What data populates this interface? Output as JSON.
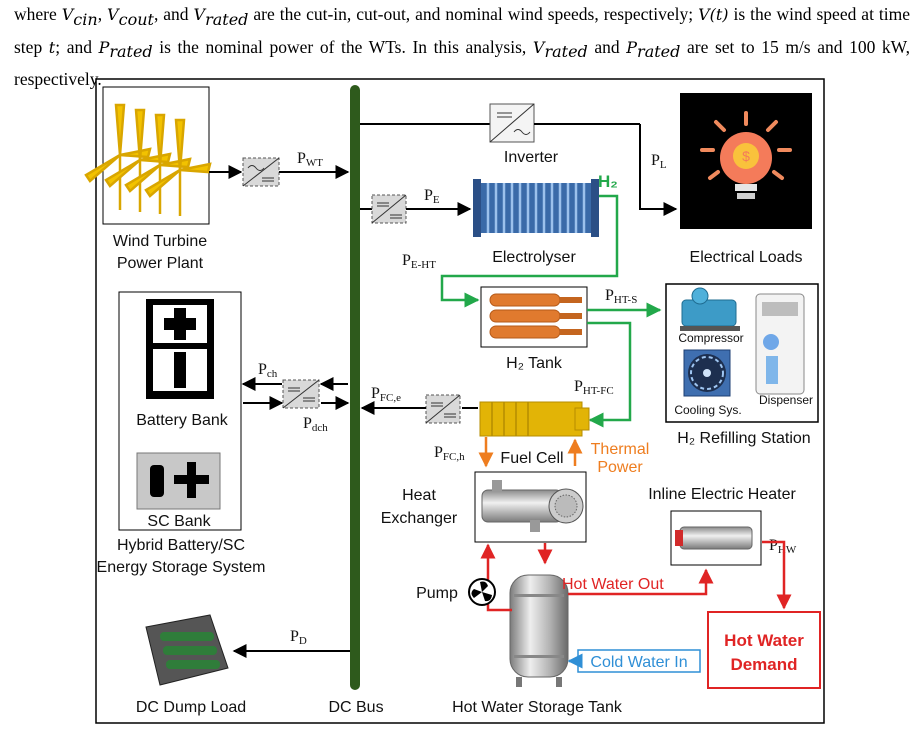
{
  "paragraph": {
    "t1": "where ",
    "v": "V",
    "s_cin": "cin",
    "c1": ", ",
    "s_cout": "cout",
    "t2": ", and ",
    "s_rated": "rated",
    "t3": " are the cut-in, cut-out, and nominal wind speeds, respectively; ",
    "vt": "V(t)",
    "t4": " is the wind speed at time step ",
    "t_var": "t",
    "t5": "; and ",
    "p": "P",
    "t6": " is the nominal power of the WTs. In this analysis, ",
    "t7": " and ",
    "t8": " are set to 15 m/s and 100 kW, respectively."
  },
  "diagram": {
    "components": {
      "wind_plant_1": "Wind Turbine",
      "wind_plant_2": "Power Plant",
      "inverter": "Inverter",
      "electrolyser": "Electrolyser",
      "electrical_loads": "Electrical Loads",
      "h2_tank": "H₂ Tank",
      "compressor": "Compressor",
      "cooling": "Cooling Sys.",
      "dispenser": "Dispenser",
      "refilling_station": "H₂ Refilling Station",
      "battery_bank": "Battery Bank",
      "sc_bank": "SC Bank",
      "hess_1": "Hybrid Battery/SC",
      "hess_2": "Energy Storage System",
      "fuel_cell": "Fuel Cell",
      "thermal_1": "Thermal",
      "thermal_2": "Power",
      "heat_exchanger_1": "Heat",
      "heat_exchanger_2": "Exchanger",
      "inline_heater": "Inline Electric Heater",
      "pump": "Pump",
      "hot_water_out": "Hot Water Out",
      "hot_water_demand_1": "Hot Water",
      "hot_water_demand_2": "Demand",
      "cold_water_in": "Cold Water In",
      "storage_tank": "Hot Water Storage Tank",
      "dump_load": "DC Dump Load",
      "dc_bus": "DC Bus",
      "h2": "H₂"
    },
    "flows": {
      "p": "P",
      "wt": "WT",
      "l": "L",
      "e": "E",
      "e_ht": "E-HT",
      "ht_s": "HT-S",
      "ht_fc": "HT-FC",
      "ch": "ch",
      "dch": "dch",
      "fc_e": "FC,e",
      "fc_h": "FC,h",
      "hw": "HW",
      "d": "D"
    },
    "colors": {
      "bus": "#2e5a1c",
      "hydrogen": "#22a84a",
      "thermal": "#ee7d1f",
      "hot_water": "#e02424",
      "cold_water": "#2f8fd6",
      "fuel_cell": "#e2b406",
      "tank": "#e07a2e",
      "electrolyser": "#3a6aa8"
    }
  }
}
